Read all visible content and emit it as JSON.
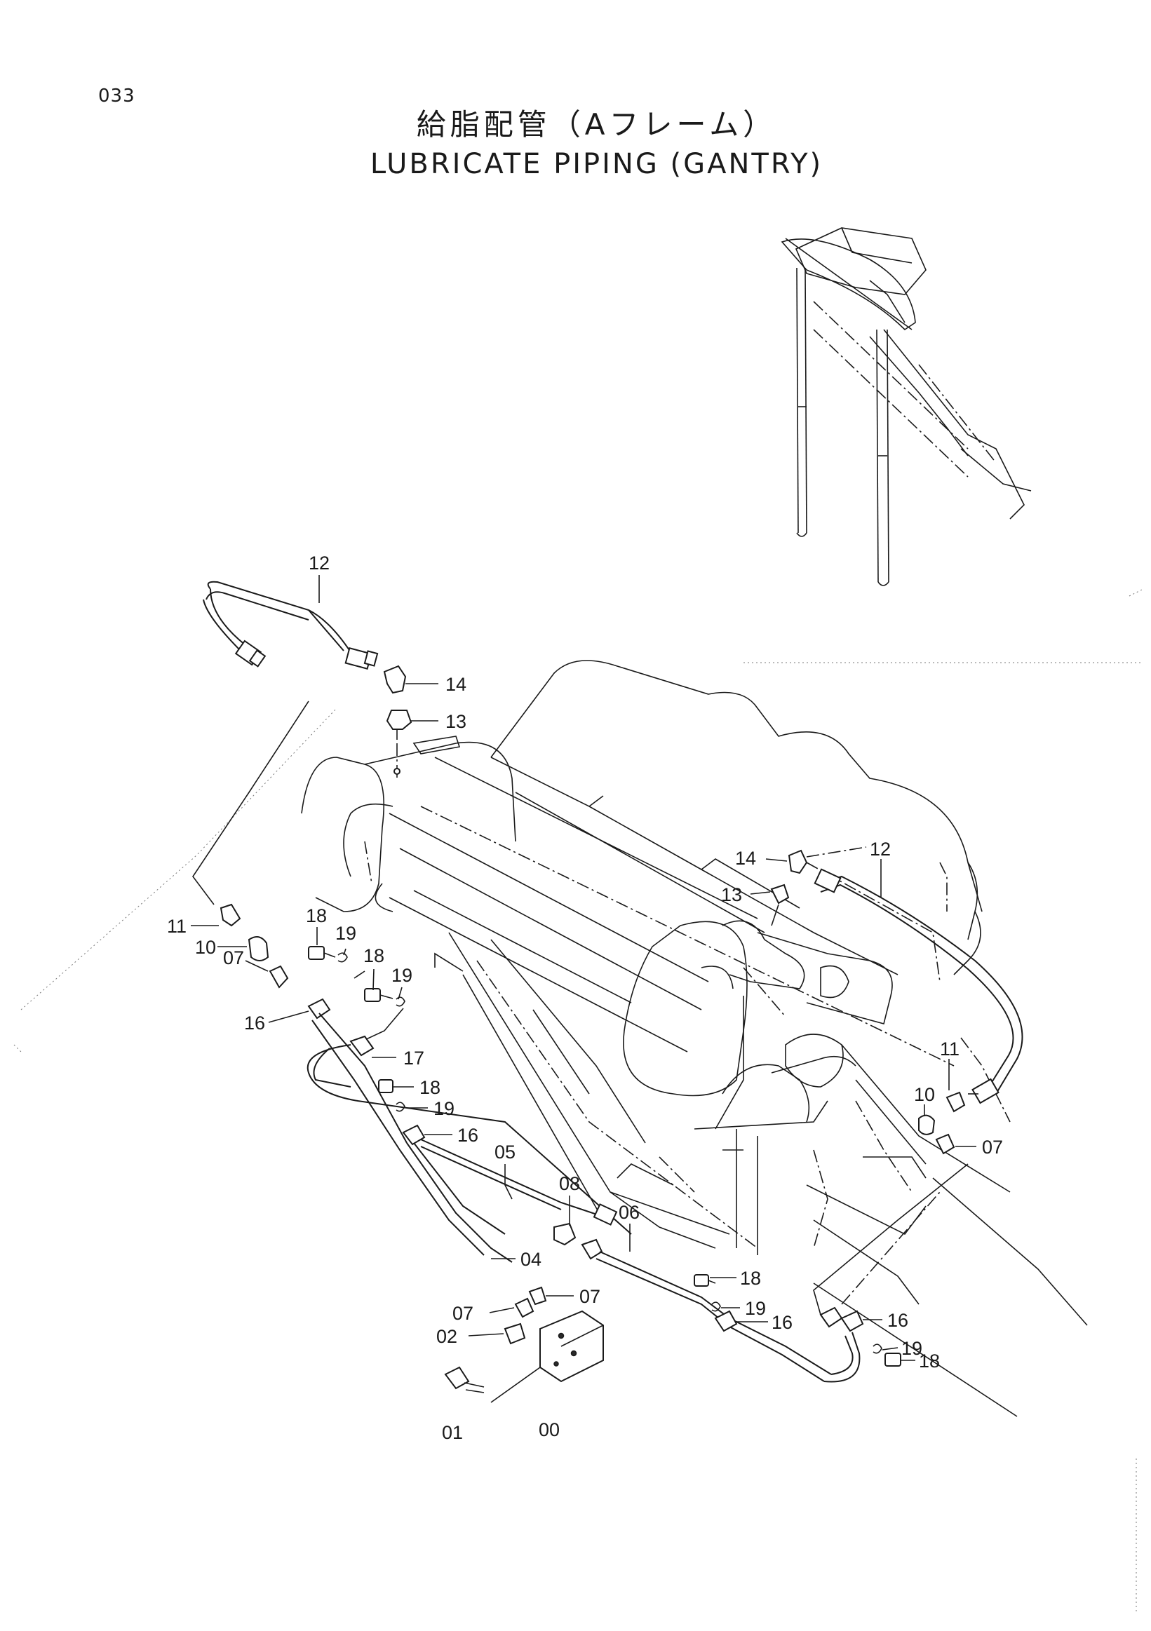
{
  "page": {
    "number": "033"
  },
  "title": {
    "japanese": "給脂配管（Aフレーム）",
    "english": "LUBRICATE PIPING (GANTRY)"
  },
  "callouts": {
    "c12a": "12",
    "c14a": "14",
    "c13a": "13",
    "c11a": "11",
    "c10a": "10",
    "c07a": "07",
    "c18a": "18",
    "c19a": "19",
    "c18b": "18",
    "c19b": "19",
    "c16a": "16",
    "c17a": "17",
    "c18c": "18",
    "c19c": "19",
    "c16b": "16",
    "c05": "05",
    "c08": "08",
    "c04": "04",
    "c07b": "07",
    "c07c": "07",
    "c02": "02",
    "c01": "01",
    "c00": "00",
    "c06": "06",
    "c18d": "18",
    "c19d": "19",
    "c16c": "16",
    "c16d": "16",
    "c19e": "19",
    "c18e": "18",
    "c14b": "14",
    "c12b": "12",
    "c13b": "13",
    "c10b": "10",
    "c11b": "11",
    "c07d": "07"
  }
}
